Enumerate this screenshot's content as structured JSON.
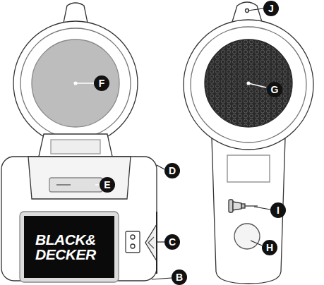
{
  "diagram": {
    "nodes": [
      {
        "text": [
          "BLACK& DECKER"
        ]
      }
    ],
    "labels": [
      "F",
      "E",
      "D",
      "C",
      "B",
      "G",
      "J",
      "I",
      "H"
    ]
  }
}
